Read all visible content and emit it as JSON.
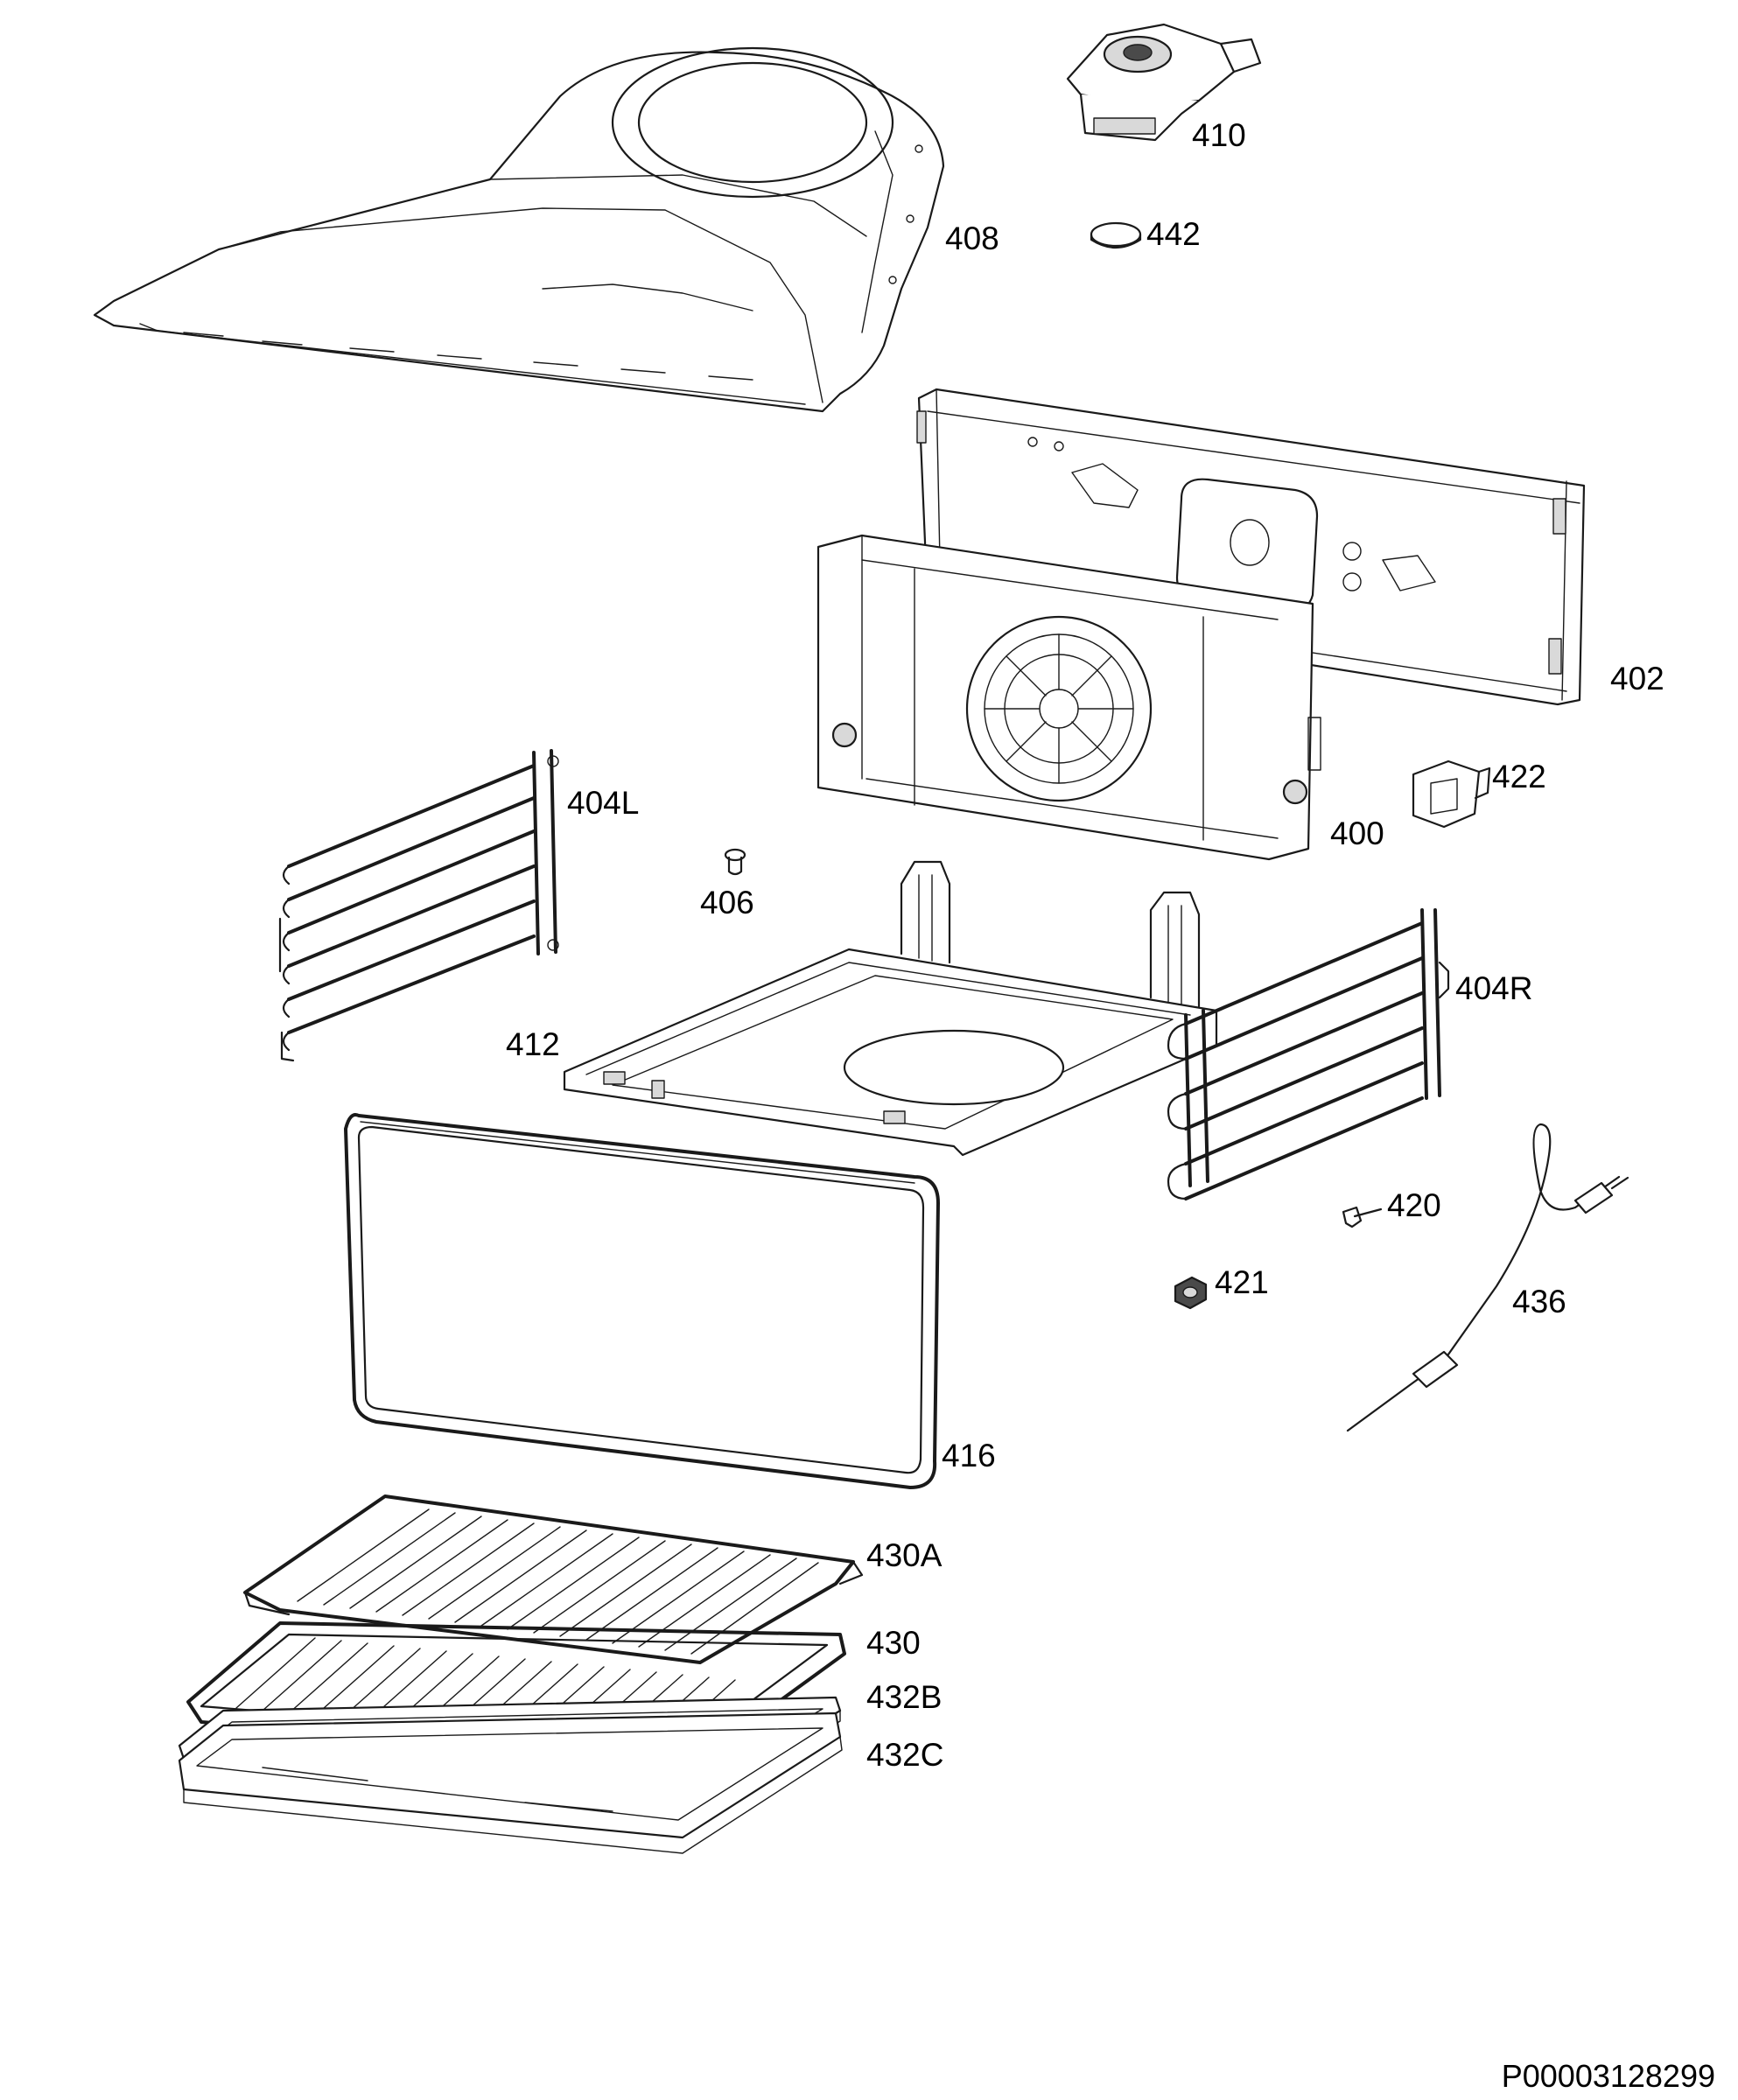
{
  "labels": {
    "p408": "408",
    "p410": "410",
    "p442": "442",
    "p402": "402",
    "p404L": "404L",
    "p422": "422",
    "p400": "400",
    "p406": "406",
    "p404R": "404R",
    "p412": "412",
    "p420": "420",
    "p421": "421",
    "p436": "436",
    "p416": "416",
    "p430A": "430A",
    "p430": "430",
    "p432B": "432B",
    "p432C": "432C"
  },
  "reference_number": "P00003128299"
}
